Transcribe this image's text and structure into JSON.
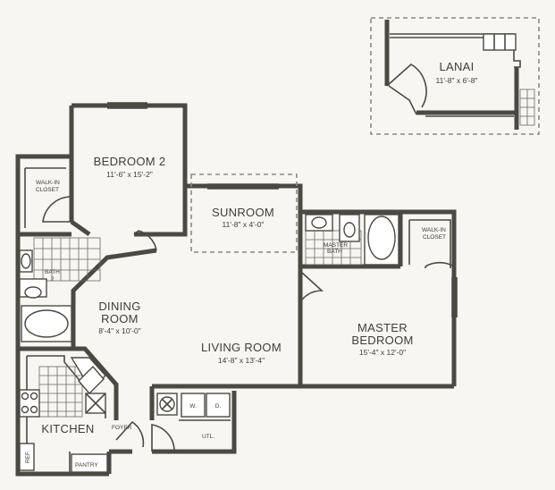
{
  "rooms": {
    "lanai": {
      "name": "LANAI",
      "dims": "11'-8\" x 6'-8\""
    },
    "bedroom2": {
      "name": "BEDROOM 2",
      "dims": "11'-6\" x 15'-2\""
    },
    "sunroom": {
      "name": "SUNROOM",
      "dims": "11'-8\" x 4'-0\""
    },
    "dining": {
      "name1": "DINING",
      "name2": "ROOM",
      "dims": "8'-4\" x 10'-0\""
    },
    "living": {
      "name": "LIVING ROOM",
      "dims": "14'-8\" x 13'-4\""
    },
    "master": {
      "name1": "MASTER",
      "name2": "BEDROOM",
      "dims": "15'-4\" x 12'-0\""
    },
    "kitchen": {
      "name": "KITCHEN"
    }
  },
  "small_labels": {
    "walkin_left_1": "WALK-IN",
    "walkin_left_2": "CLOSET",
    "walkin_right_1": "WALK-IN",
    "walkin_right_2": "CLOSET",
    "bath2_1": "BATH",
    "bath2_2": "2",
    "master_bath_1": "MASTER",
    "master_bath_2": "BATH",
    "foyer": "FOYER",
    "pantry": "PANTRY",
    "utl": "UTL.",
    "washer": "W.",
    "dryer": "D.",
    "ref": "REF."
  },
  "colors": {
    "wall": "#4a4a42",
    "background": "#f7f6f2",
    "text": "#3e3e38"
  }
}
